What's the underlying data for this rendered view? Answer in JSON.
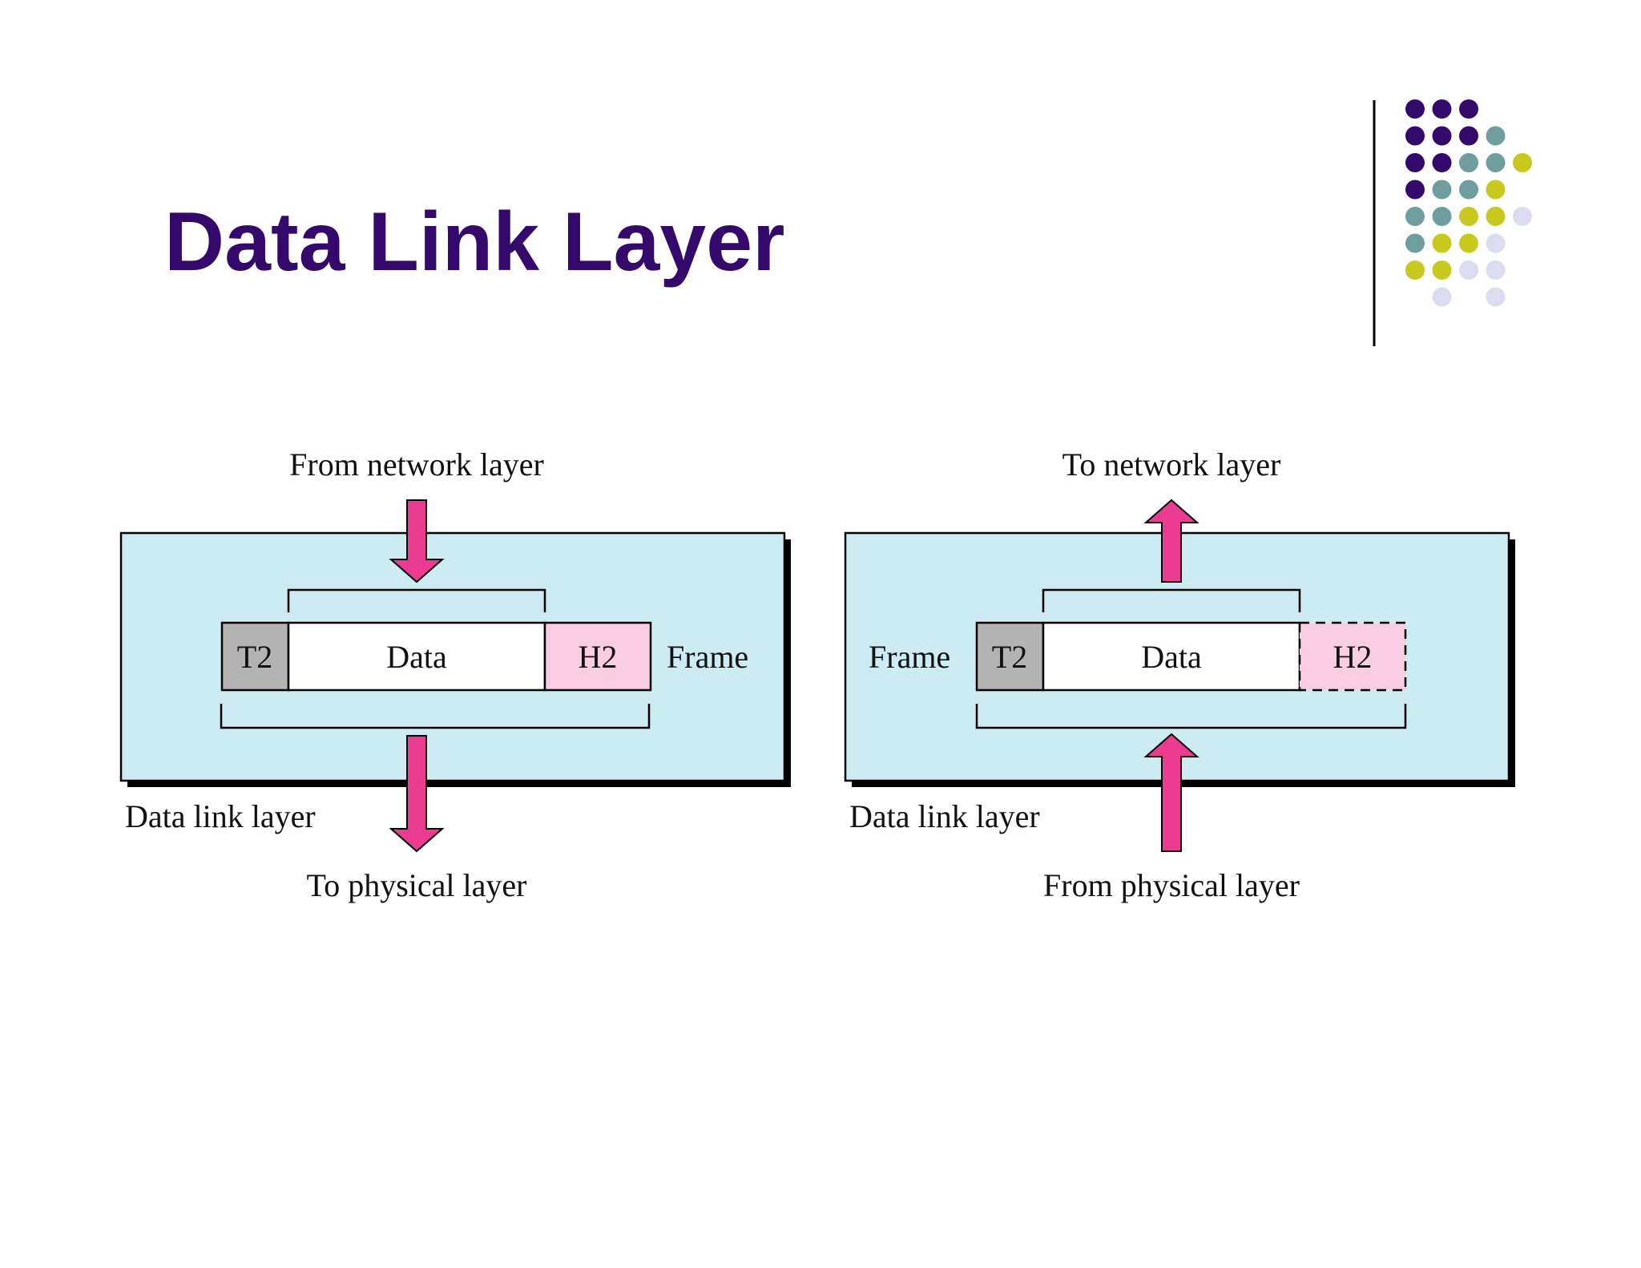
{
  "slide": {
    "title": "Data Link Layer"
  },
  "colors": {
    "title": "#35096b",
    "layer_box": "#cdebf2",
    "arrow": "#ec3b92",
    "trailer": "#b3b3b3",
    "header": "#fbcde2",
    "data": "#ffffff",
    "dots": [
      "#35096b",
      "#6e9e9e",
      "#c8c81e",
      "#dcdcf0"
    ]
  },
  "sender": {
    "top_label": "From network layer",
    "bottom_label": "To physical layer",
    "layer_label": "Data link layer",
    "frame_label": "Frame",
    "trailer": "T2",
    "data": "Data",
    "header": "H2"
  },
  "receiver": {
    "top_label": "To network layer",
    "bottom_label": "From physical layer",
    "layer_label": "Data link layer",
    "frame_label": "Frame",
    "trailer": "T2",
    "data": "Data",
    "header": "H2"
  }
}
